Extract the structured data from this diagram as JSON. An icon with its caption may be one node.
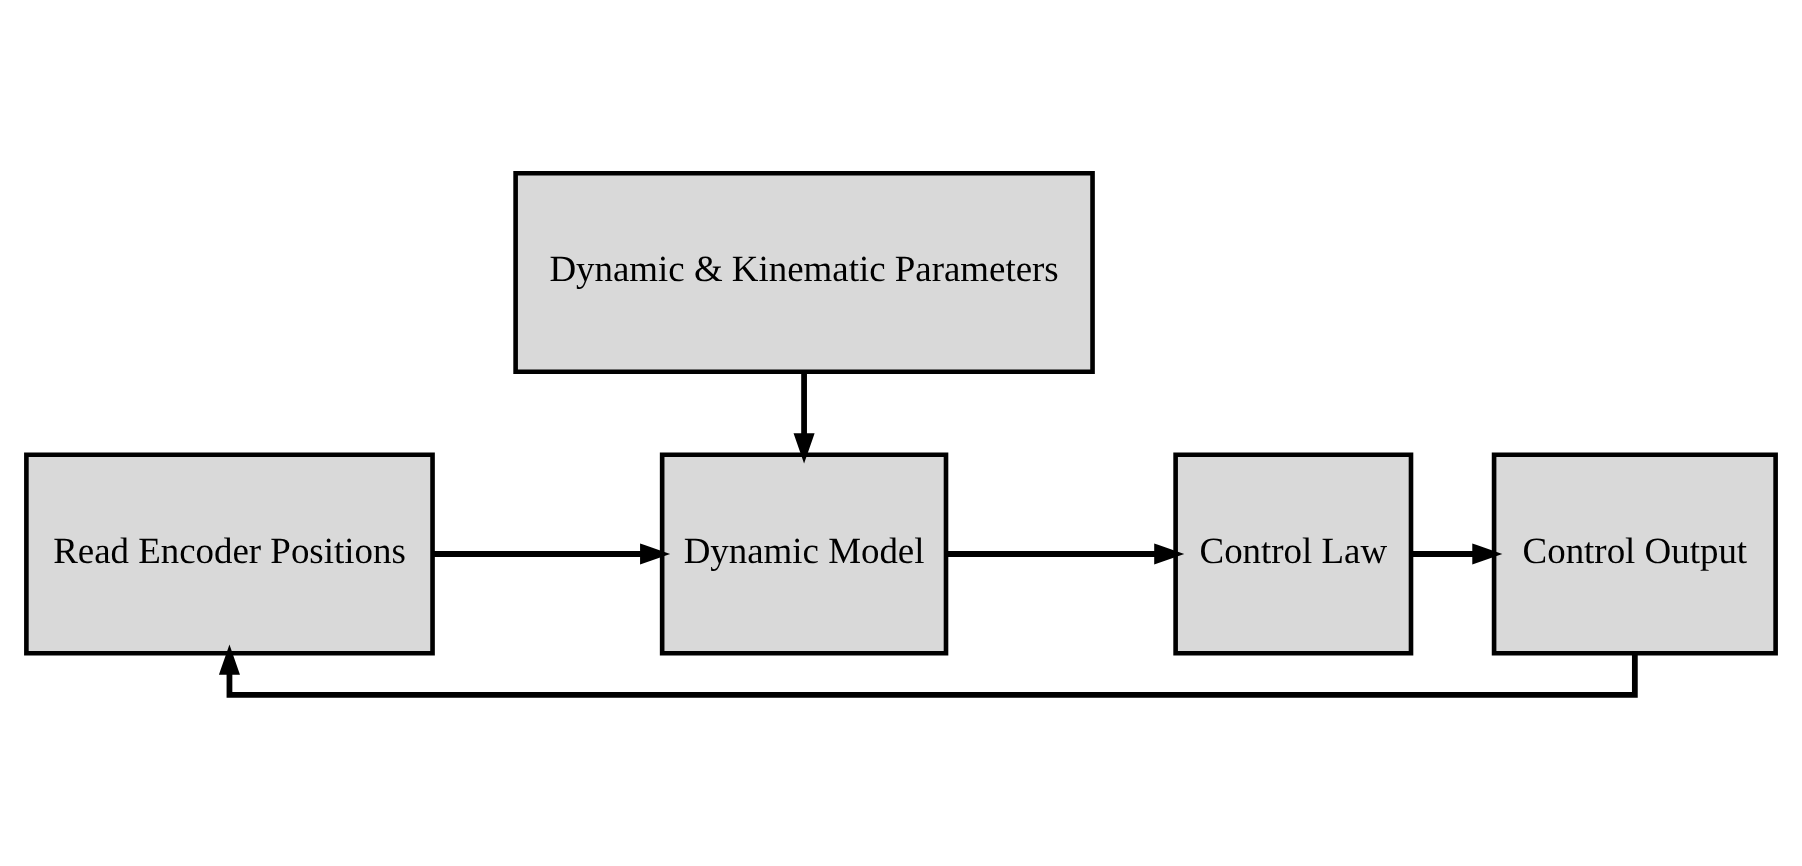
{
  "diagram": {
    "nodes": [
      {
        "text": [
          "Dynamic & Kinematic Parameters"
        ]
      },
      {
        "text": [
          "Read Encoder Positions"
        ]
      },
      {
        "text": [
          "Dynamic Model"
        ]
      },
      {
        "text": [
          "Control Law"
        ]
      },
      {
        "text": [
          "Control Output"
        ]
      }
    ],
    "edges": [
      {
        "from": 0,
        "to": 2,
        "arrow": "to"
      },
      {
        "from": 1,
        "to": 2,
        "arrow": "to"
      },
      {
        "from": 2,
        "to": 3,
        "arrow": "to"
      },
      {
        "from": 3,
        "to": 4,
        "arrow": "to"
      },
      {
        "from": 4,
        "to": 1,
        "arrow": "to"
      }
    ]
  }
}
